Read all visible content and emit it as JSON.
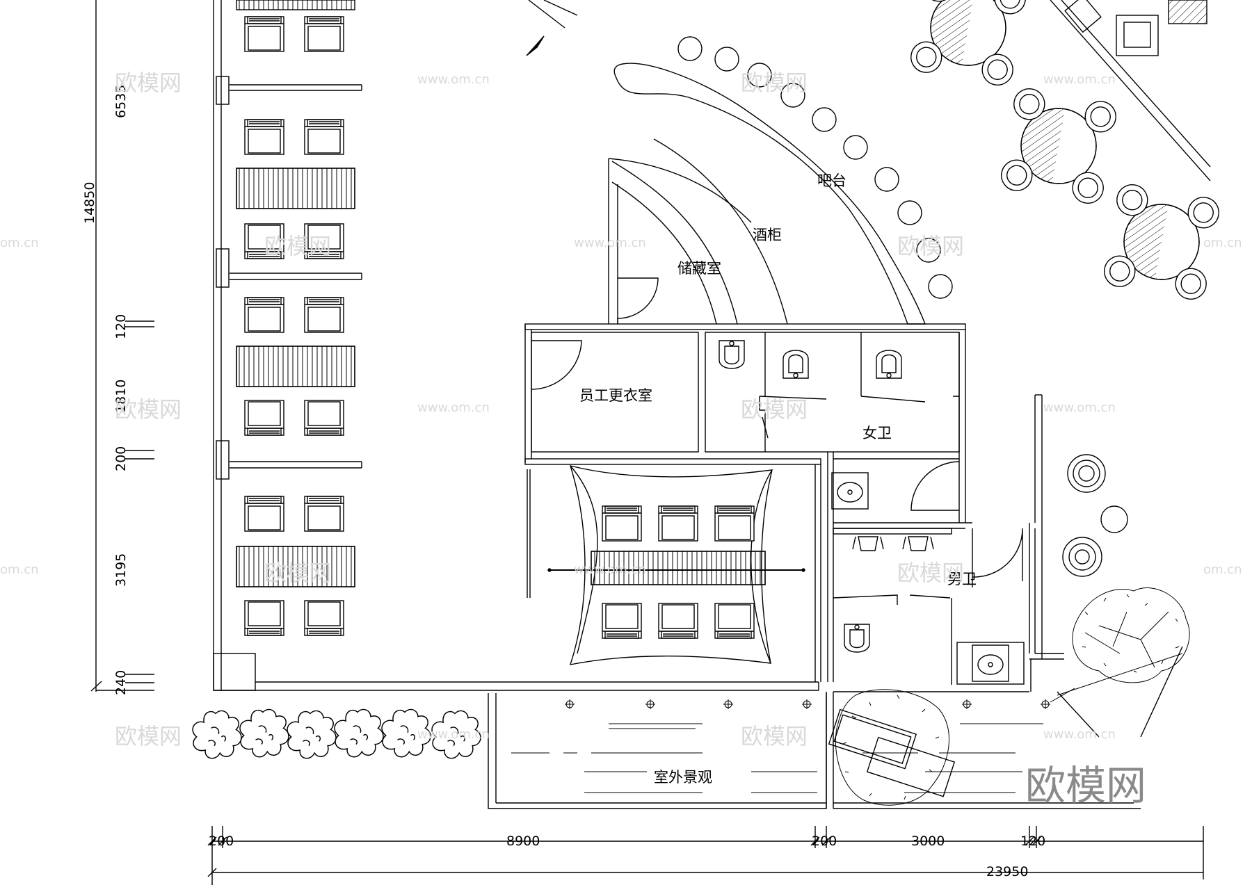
{
  "rooms": {
    "bar": "吧台",
    "wine_cabinet": "酒柜",
    "storage": "储藏室",
    "staff_locker": "员工更衣室",
    "women_wc": "女卫",
    "men_wc": "男卫",
    "landscape": "室外景观"
  },
  "dimensions": {
    "left_top": "6535",
    "left_total": "14850",
    "left_120": "120",
    "left_1810": "1810",
    "left_200": "200",
    "left_3195": "3195",
    "left_240": "240",
    "bottom_200a": "200",
    "bottom_8900": "8900",
    "bottom_200b": "200",
    "bottom_3000": "3000",
    "bottom_120": "120",
    "bottom_total": "23950"
  },
  "watermark": {
    "brand": "欧模网",
    "url": "www.om.cn",
    "url_partial": "om.cn"
  }
}
